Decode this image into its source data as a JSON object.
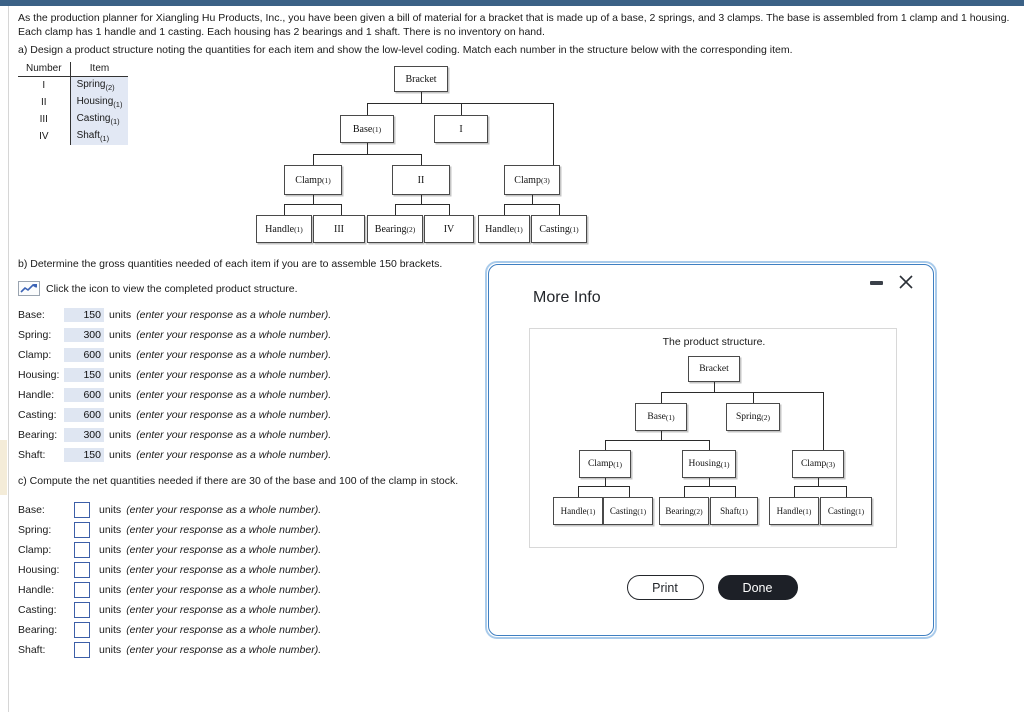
{
  "page": {
    "intro_paragraph": "As the production planner for Xiangling Hu Products, Inc., you have been given a bill of material for a bracket that is made up of a base, 2 springs, and 3 clamps. The base is assembled from 1 clamp and 1 housing. Each clamp has 1 handle and 1 casting. Each housing has 2 bearings and 1 shaft. There is no inventory on hand.",
    "question_a": "a) Design a product structure noting the quantities for each item and show the low-level coding. Match each number in the structure below with the corresponding item.",
    "question_b": "b) Determine the gross quantities needed of each item if you are to assemble 150 brackets.",
    "question_c": "c) Compute the net quantities needed if there are 30 of the base and 100 of the clamp in stock.",
    "icon_hint": "Click the icon to view the completed product structure.",
    "icon_name": "line-chart-icon",
    "accent_color": "#3b6186",
    "field_fill_color": "#dfe6f2",
    "field_border_color": "#3d5fa8"
  },
  "number_table": {
    "headers": [
      "Number",
      "Item"
    ],
    "rows": [
      {
        "number": "I",
        "item": "Spring",
        "qty": "(2)"
      },
      {
        "number": "II",
        "item": "Housing",
        "qty": "(1)"
      },
      {
        "number": "III",
        "item": "Casting",
        "qty": "(1)"
      },
      {
        "number": "IV",
        "item": "Shaft",
        "qty": "(1)"
      }
    ]
  },
  "structure_tree_coded": {
    "root": "Bracket",
    "nodes": [
      {
        "id": "bracket",
        "label": "Bracket",
        "qty": ""
      },
      {
        "id": "base",
        "label": "Base",
        "qty": "(1)"
      },
      {
        "id": "spring_coded",
        "label": "I",
        "qty": ""
      },
      {
        "id": "clamp1",
        "label": "Clamp",
        "qty": "(1)"
      },
      {
        "id": "housing_coded",
        "label": "II",
        "qty": ""
      },
      {
        "id": "clamp3",
        "label": "Clamp",
        "qty": "(3)"
      },
      {
        "id": "handle1",
        "label": "Handle",
        "qty": "(1)"
      },
      {
        "id": "casting_coded",
        "label": "III",
        "qty": ""
      },
      {
        "id": "bearing",
        "label": "Bearing",
        "qty": "(2)"
      },
      {
        "id": "shaft_coded",
        "label": "IV",
        "qty": ""
      },
      {
        "id": "handle2",
        "label": "Handle",
        "qty": "(1)"
      },
      {
        "id": "casting2",
        "label": "Casting",
        "qty": "(1)"
      }
    ]
  },
  "gross_quantities": {
    "units_word": "units",
    "response_note": "(enter your response as a whole number).",
    "rows": [
      {
        "label": "Base:",
        "value": "150"
      },
      {
        "label": "Spring:",
        "value": "300"
      },
      {
        "label": "Clamp:",
        "value": "600"
      },
      {
        "label": "Housing:",
        "value": "150"
      },
      {
        "label": "Handle:",
        "value": "600"
      },
      {
        "label": "Casting:",
        "value": "600"
      },
      {
        "label": "Bearing:",
        "value": "300"
      },
      {
        "label": "Shaft:",
        "value": "150"
      }
    ]
  },
  "net_quantities": {
    "units_word": "units",
    "response_note": "(enter your response as a whole number).",
    "rows": [
      {
        "label": "Base:",
        "value": ""
      },
      {
        "label": "Spring:",
        "value": ""
      },
      {
        "label": "Clamp:",
        "value": ""
      },
      {
        "label": "Housing:",
        "value": ""
      },
      {
        "label": "Handle:",
        "value": ""
      },
      {
        "label": "Casting:",
        "value": ""
      },
      {
        "label": "Bearing:",
        "value": ""
      },
      {
        "label": "Shaft:",
        "value": ""
      }
    ]
  },
  "dialog": {
    "title": "More Info",
    "panel_caption": "The product structure.",
    "minimize_label": "minimize",
    "close_label": "close",
    "buttons": {
      "print": "Print",
      "done": "Done"
    },
    "tree_nodes": [
      {
        "id": "bracket",
        "label": "Bracket",
        "qty": ""
      },
      {
        "id": "base",
        "label": "Base",
        "qty": "(1)"
      },
      {
        "id": "spring",
        "label": "Spring",
        "qty": "(2)"
      },
      {
        "id": "clamp1",
        "label": "Clamp",
        "qty": "(1)"
      },
      {
        "id": "housing",
        "label": "Housing",
        "qty": "(1)"
      },
      {
        "id": "clamp3",
        "label": "Clamp",
        "qty": "(3)"
      },
      {
        "id": "handle1",
        "label": "Handle",
        "qty": "(1)"
      },
      {
        "id": "casting1",
        "label": "Casting",
        "qty": "(1)"
      },
      {
        "id": "bearing",
        "label": "Bearing",
        "qty": "(2)"
      },
      {
        "id": "shaft",
        "label": "Shaft",
        "qty": "(1)"
      },
      {
        "id": "handle2",
        "label": "Handle",
        "qty": "(1)"
      },
      {
        "id": "casting2",
        "label": "Casting",
        "qty": "(1)"
      }
    ]
  }
}
